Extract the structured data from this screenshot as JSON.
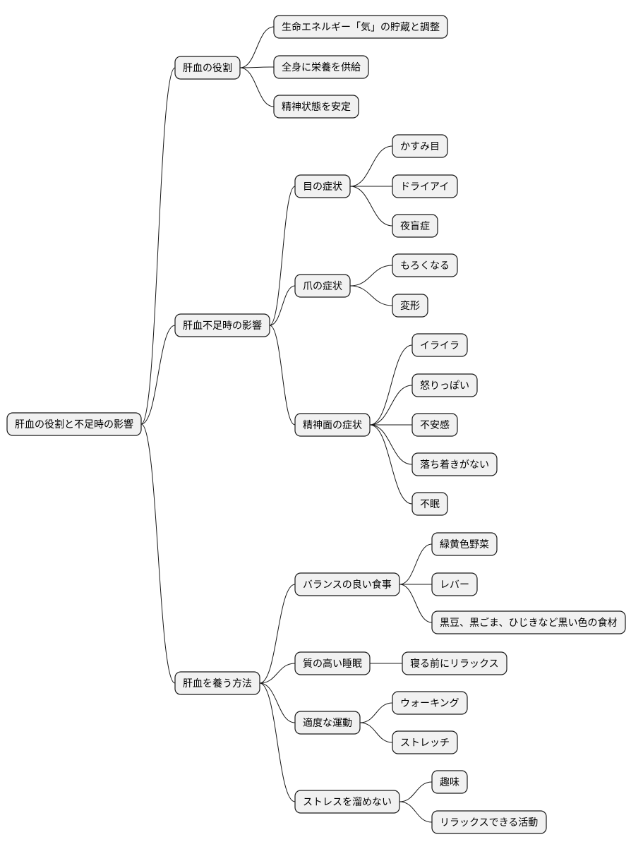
{
  "root": {
    "label": "肝血の役割と不足時の影響",
    "children": [
      {
        "label": "肝血の役割",
        "children": [
          {
            "label": "生命エネルギー「気」の貯蔵と調整"
          },
          {
            "label": "全身に栄養を供給"
          },
          {
            "label": "精神状態を安定"
          }
        ]
      },
      {
        "label": "肝血不足時の影響",
        "children": [
          {
            "label": "目の症状",
            "children": [
              {
                "label": "かすみ目"
              },
              {
                "label": "ドライアイ"
              },
              {
                "label": "夜盲症"
              }
            ]
          },
          {
            "label": "爪の症状",
            "children": [
              {
                "label": "もろくなる"
              },
              {
                "label": "変形"
              }
            ]
          },
          {
            "label": "精神面の症状",
            "children": [
              {
                "label": "イライラ"
              },
              {
                "label": "怒りっぽい"
              },
              {
                "label": "不安感"
              },
              {
                "label": "落ち着きがない"
              },
              {
                "label": "不眠"
              }
            ]
          }
        ]
      },
      {
        "label": "肝血を養う方法",
        "children": [
          {
            "label": "バランスの良い食事",
            "children": [
              {
                "label": "緑黄色野菜"
              },
              {
                "label": "レバー"
              },
              {
                "label": "黒豆、黒ごま、ひじきなど黒い色の食材"
              }
            ]
          },
          {
            "label": "質の高い睡眠",
            "children": [
              {
                "label": "寝る前にリラックス"
              }
            ]
          },
          {
            "label": "適度な運動",
            "children": [
              {
                "label": "ウォーキング"
              },
              {
                "label": "ストレッチ"
              }
            ]
          },
          {
            "label": "ストレスを溜めない",
            "children": [
              {
                "label": "趣味"
              },
              {
                "label": "リラックスできる活動"
              }
            ]
          }
        ]
      }
    ]
  }
}
